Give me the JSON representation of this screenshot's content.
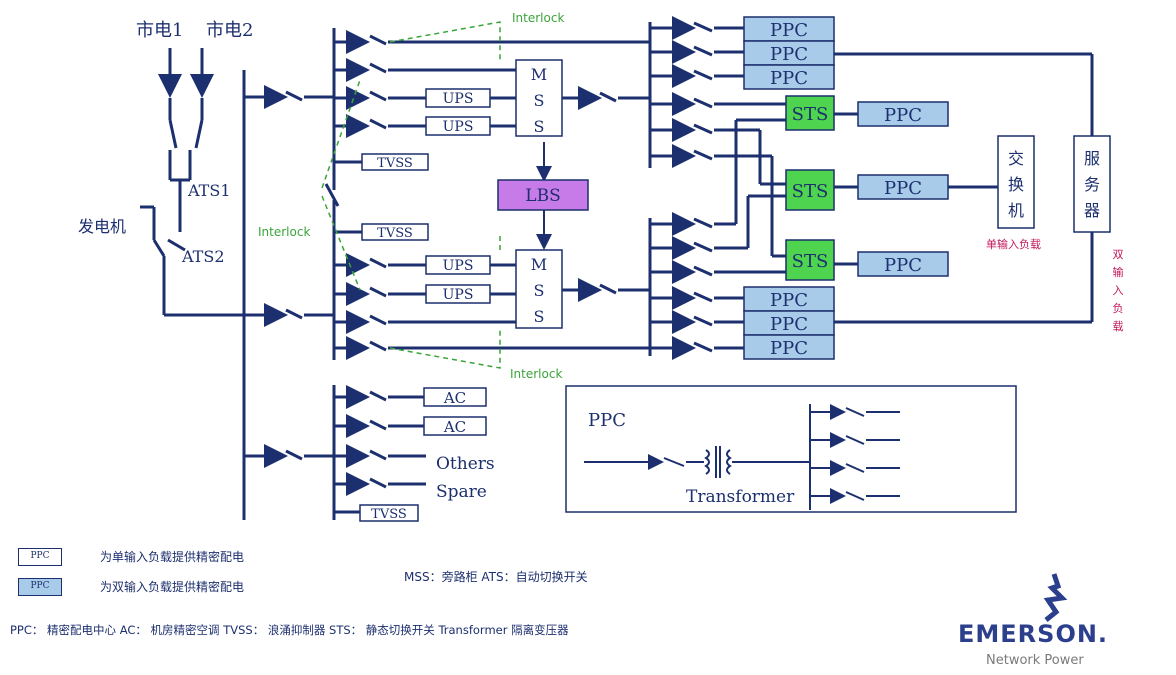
{
  "sources": {
    "mains1": "市电1",
    "mains2": "市电2",
    "generator": "发电机"
  },
  "ats": {
    "ats1": "ATS1",
    "ats2": "ATS2"
  },
  "interlock": {
    "top": "Interlock",
    "middle": "Interlock",
    "bottom": "Interlock"
  },
  "ups_label": "UPS",
  "mss_letters": [
    "M",
    "S",
    "S"
  ],
  "lbs_label": "LBS",
  "tvss_label": "TVSS",
  "ac_label": "AC",
  "others_label": "Others",
  "spare_label": "Spare",
  "ppc_label": "PPC",
  "sts_label": "STS",
  "switch_label": [
    "交",
    "换",
    "机"
  ],
  "server_label": [
    "服",
    "务",
    "器"
  ],
  "single_input_load": "单输入负载",
  "dual_input_load": [
    "双",
    "输",
    "入",
    "负",
    "载"
  ],
  "inset": {
    "title": "PPC",
    "transformer": "Transformer"
  },
  "legend": {
    "box_text": "PPC",
    "single_desc": "为单输入负载提供精密配电",
    "dual_desc": "为双输入负载提供精密配电",
    "mss_ats": "MSS：旁路柜   ATS：自动切换开关",
    "abbrev": "PPC：  精密配电中心  AC：  机房精密空调   TVSS：  浪涌抑制器   STS：  静态切换开关   Transformer   隔离变压器"
  },
  "logo": {
    "brand": "EMERSON.",
    "sub": "Network Power"
  },
  "colors": {
    "line": "#1c2f6e",
    "ppc_fill": "#a9cbea",
    "sts_fill": "#4fd44f",
    "lbs_fill": "#c77be8",
    "interlock": "#3aa43a",
    "load_text": "#c2185b"
  }
}
